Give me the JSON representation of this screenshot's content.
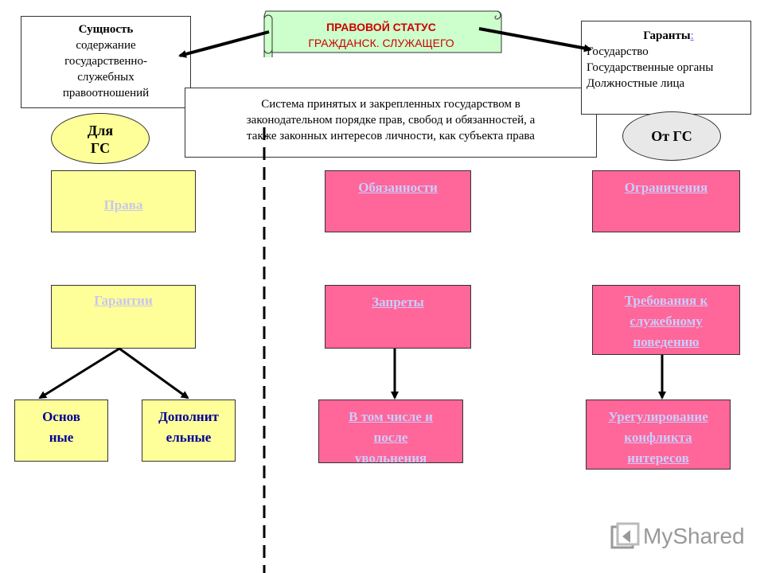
{
  "scroll": {
    "line1": "ПРАВОВОЙ СТАТУС",
    "line2": "ГРАЖДАНСК. СЛУЖАЩЕГО"
  },
  "essence": {
    "title": "Сущность",
    "lines": [
      "содержание",
      "государственно-",
      "служебных",
      "правоотношений"
    ]
  },
  "guarantors": {
    "title": "Гаранты",
    "title_link": ":",
    "lines": [
      "Государство",
      "Государственные органы",
      "Должностные лица"
    ]
  },
  "definition": {
    "lines": [
      "Система принятых и закрепленных государством в",
      "законодательном порядке прав, свобод и обязанностей, а",
      "также законных интересов личности, как субъекта права"
    ]
  },
  "oval_left": {
    "line1": "Для",
    "line2": "ГС"
  },
  "oval_right": {
    "label": "От ГС"
  },
  "left_column": {
    "rights": "Права",
    "guarantees": "Гарантии",
    "basic": {
      "line1": "Основ",
      "line2": "ные"
    },
    "additional": {
      "line1": "Дополнит",
      "line2": "ельные"
    }
  },
  "middle_column": {
    "duties": "Обязанности",
    "prohibitions": "Запреты",
    "after_dismissal": [
      "В том числе и",
      "после",
      "увольнения"
    ]
  },
  "right_column": {
    "restrictions": "Ограничения",
    "requirements": [
      "Требования к",
      "служебному",
      "поведению"
    ],
    "conflict": [
      "Урегулирование",
      "конфликта",
      "интересов"
    ]
  },
  "watermark": {
    "brand": "MyShared"
  },
  "colors": {
    "yellow": "#ffff99",
    "pink": "#ff6699",
    "link": "#ccccff",
    "scroll": "#ccffcc"
  }
}
